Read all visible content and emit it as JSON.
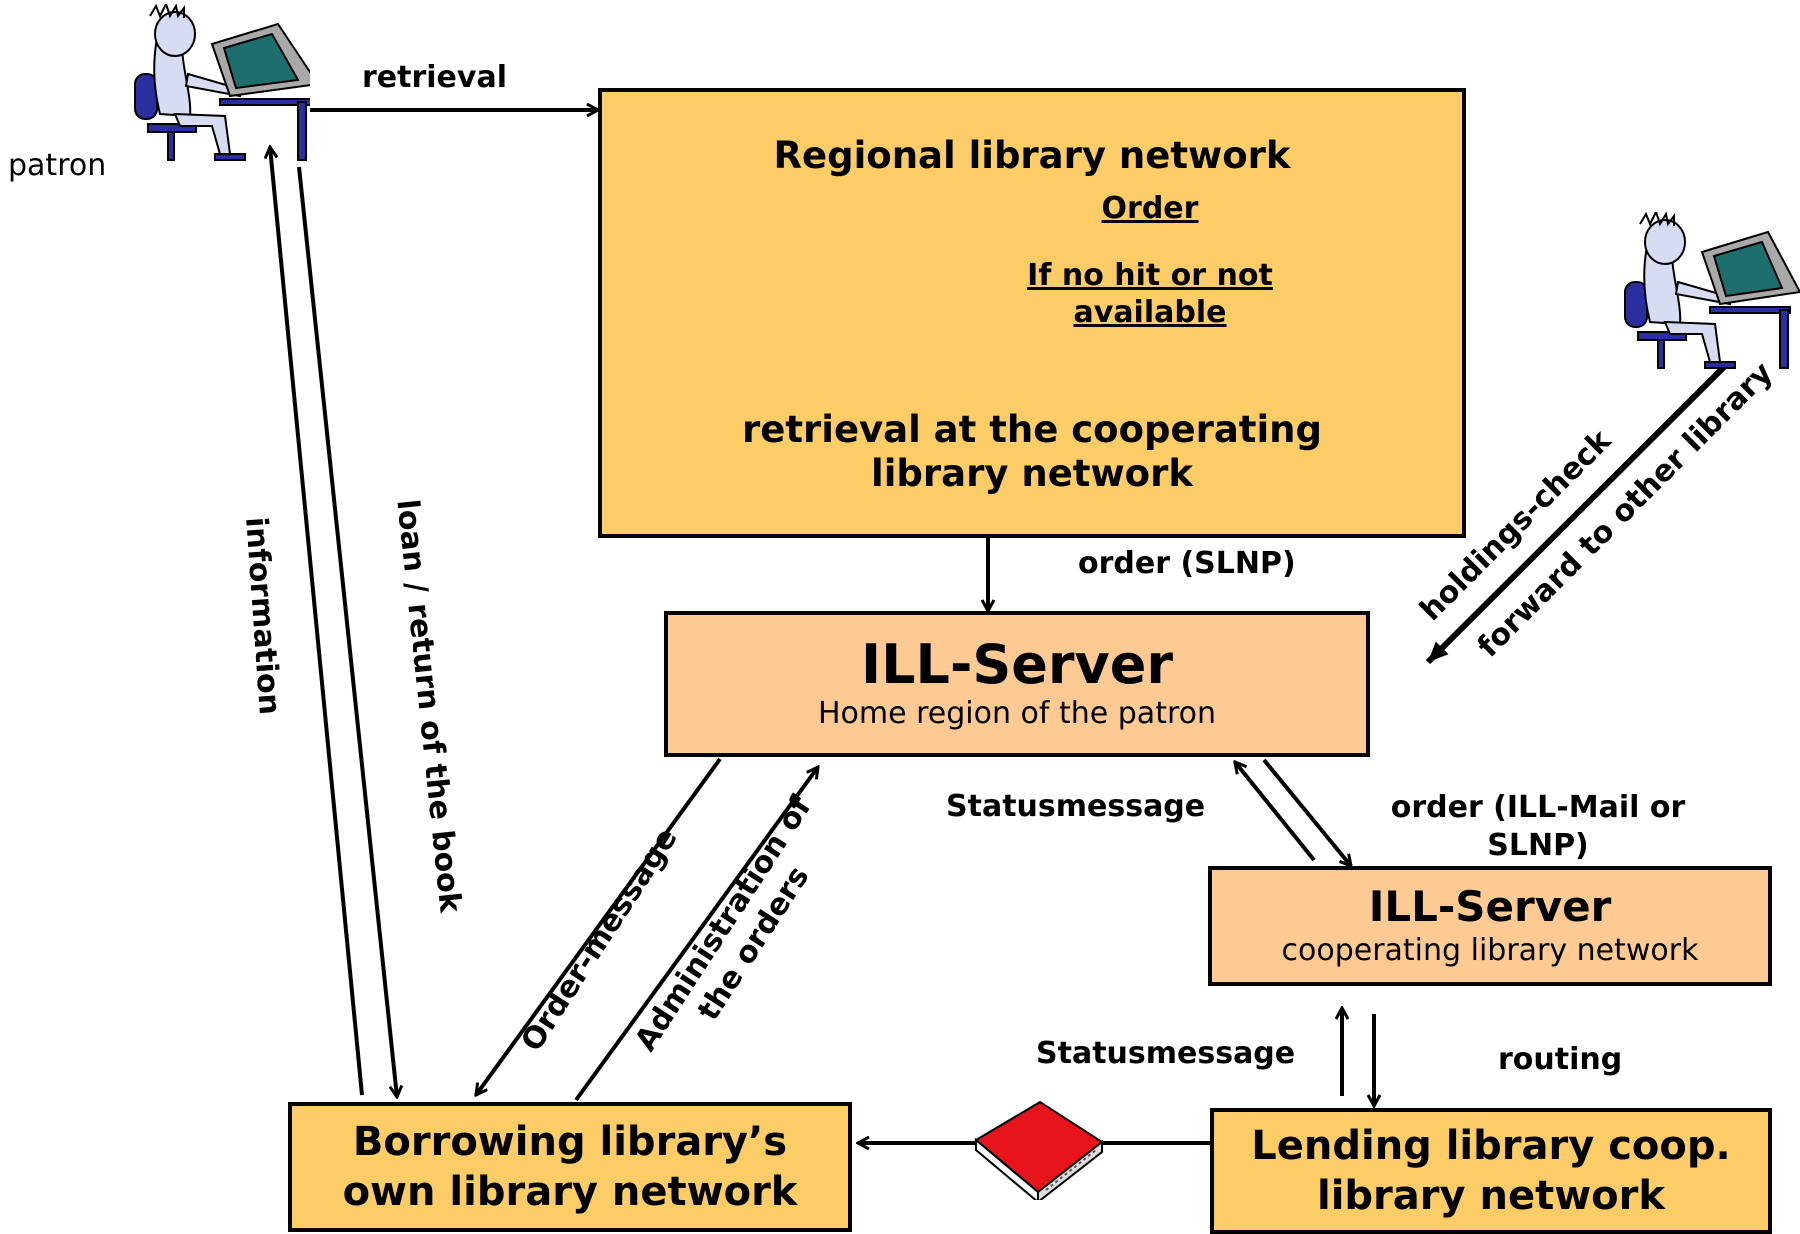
{
  "patron": {
    "label": "patron"
  },
  "regional": {
    "title": "Regional library network",
    "order": "Order",
    "no_hit": "If no hit or not available",
    "retrieval_coop": "retrieval at the cooperating library network"
  },
  "ill_home": {
    "title": "ILL-Server",
    "subtitle": "Home region of the patron"
  },
  "ill_coop": {
    "title": "ILL-Server",
    "subtitle": "cooperating library network"
  },
  "borrowing": {
    "title": "Borrowing library’s own library network"
  },
  "lending": {
    "title": "Lending library coop. library network"
  },
  "edges": {
    "retrieval": "retrieval",
    "order_slnp": "order (SLNP)",
    "order_ill_mail": "order (ILL-Mail or SLNP)",
    "status_upper": "Statusmessage",
    "status_lower": "Statusmessage",
    "routing": "routing",
    "order_message": "Order-message",
    "administration": "Administration of the orders",
    "loan_return": "loan / return of the book",
    "information": "information",
    "holdings_check": "holdings-check",
    "forward": "forward to other library"
  },
  "colors": {
    "gold_box": "#FCCC66",
    "peach_box": "#FDCA94",
    "computer_screen": "#1E6E6E",
    "book_red": "#E8141B"
  }
}
